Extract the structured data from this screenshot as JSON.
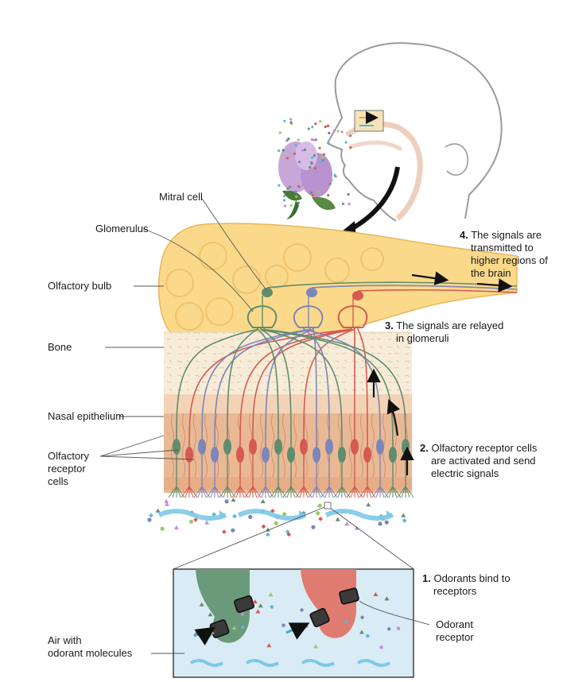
{
  "labels": {
    "mitral_cell": "Mitral cell",
    "glomerulus": "Glomerulus",
    "olfactory_bulb": "Olfactory bulb",
    "bone": "Bone",
    "nasal_epithelium": "Nasal epithelium",
    "olfactory_receptor_cells": [
      "Olfactory",
      "receptor",
      "cells"
    ],
    "air_with_odorant": [
      "Air with",
      "odorant molecules"
    ],
    "odorant_receptor": [
      "Odorant",
      "receptor"
    ]
  },
  "steps": [
    {
      "num": "1.",
      "lines": [
        "Odorants bind to",
        "receptors"
      ]
    },
    {
      "num": "2.",
      "lines": [
        "Olfactory receptor cells",
        "are activated and send",
        "electric signals"
      ]
    },
    {
      "num": "3.",
      "lines": [
        "The signals are relayed",
        "in glomeruli"
      ]
    },
    {
      "num": "4.",
      "lines": [
        "The signals are",
        "transmitted to",
        "higher regions of",
        "the brain"
      ]
    }
  ],
  "colors": {
    "bulb": "#fbd98a",
    "bone": "#f4e6cf",
    "epithelium": "#e8b48f",
    "green_neuron": "#5f8d6e",
    "blue_neuron": "#7d86b8",
    "red_neuron": "#d65a52",
    "air_arrow": "#5ab6dc",
    "inset_bg": "#d9ebf4"
  }
}
